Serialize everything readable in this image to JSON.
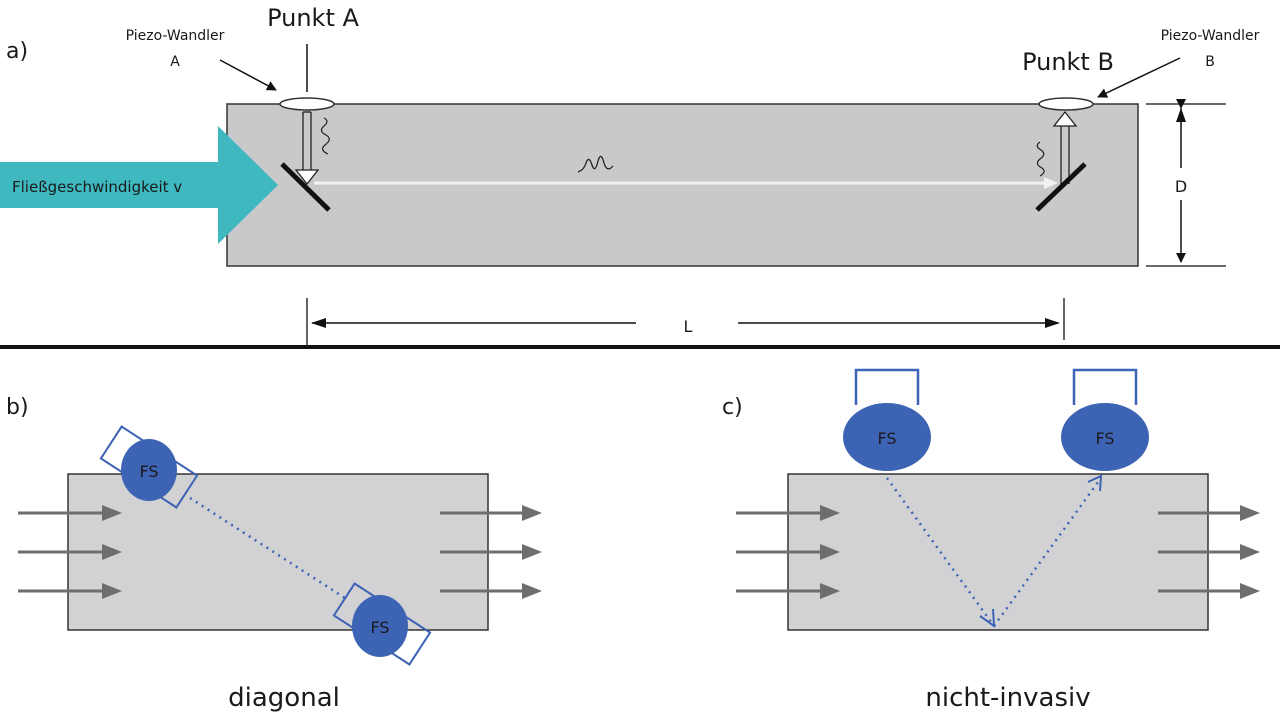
{
  "panel_a": {
    "label": "a)",
    "point_a": "Punkt A",
    "point_b": "Punkt B",
    "transducer_a_title": "Piezo-Wandler",
    "transducer_a_id": "A",
    "transducer_b_title": "Piezo-Wandler",
    "transducer_b_id": "B",
    "flow_label": "Fließgeschwindigkeit v",
    "diameter_label": "D",
    "length_label": "L"
  },
  "panel_b": {
    "label": "b)",
    "sensor_1": "FS",
    "sensor_2": "FS",
    "caption": "diagonal"
  },
  "panel_c": {
    "label": "c)",
    "sensor_1": "FS",
    "sensor_2": "FS",
    "caption": "nicht-invasiv"
  },
  "colors": {
    "pipe_fill": "#c9c9cb",
    "flow_arrow": "#3fb8bf",
    "sensor_blue": "#3d63b4",
    "gray_arrow": "#6e6e6e"
  }
}
